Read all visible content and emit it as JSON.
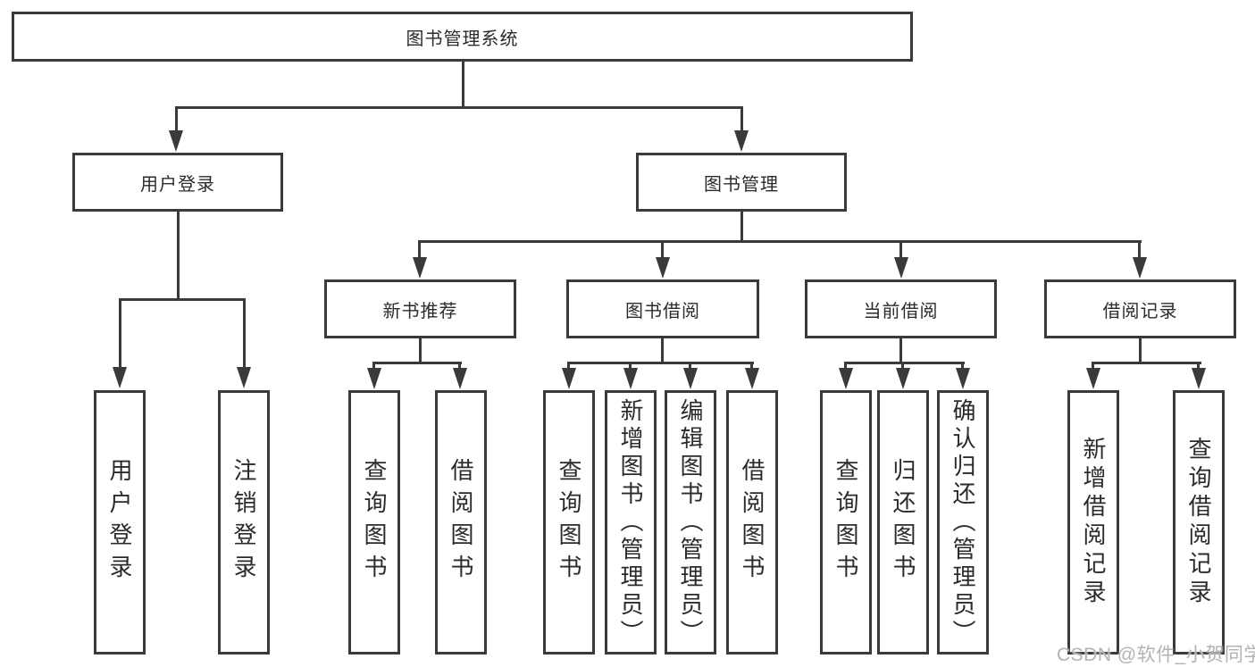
{
  "watermark": {
    "text": "CSDN @软件_小贺同学"
  },
  "colors": {
    "line": "#3a3a3a",
    "box_border": "#3a3a3a",
    "text": "#2b2b2b",
    "watermark": "#b3b3b3",
    "background": "#ffffff"
  },
  "tree": {
    "root": {
      "label": "图书管理系统",
      "children": [
        {
          "label": "用户登录",
          "children": [
            {
              "label": "用户登录"
            },
            {
              "label": "注销登录"
            }
          ]
        },
        {
          "label": "图书管理",
          "children": [
            {
              "label": "新书推荐",
              "children": [
                {
                  "label": "查询图书"
                },
                {
                  "label": "借阅图书"
                }
              ]
            },
            {
              "label": "图书借阅",
              "children": [
                {
                  "label": "查询图书"
                },
                {
                  "label": "新增图书（管理员）"
                },
                {
                  "label": "编辑图书（管理员）"
                },
                {
                  "label": "借阅图书"
                }
              ]
            },
            {
              "label": "当前借阅",
              "children": [
                {
                  "label": "查询图书"
                },
                {
                  "label": "归还图书"
                },
                {
                  "label": "确认归还（管理员）"
                }
              ]
            },
            {
              "label": "借阅记录",
              "children": [
                {
                  "label": "新增借阅记录"
                },
                {
                  "label": "查询借阅记录"
                }
              ]
            }
          ]
        }
      ]
    }
  }
}
